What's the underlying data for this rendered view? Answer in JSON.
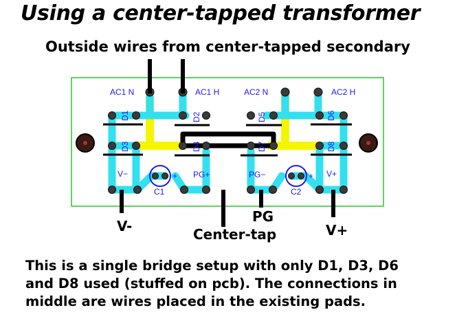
{
  "title": "Using a center-tapped transformer",
  "subtitle": "Outside wires from center-tapped secondary",
  "pcb": {
    "labels": {
      "ac1_n": "AC1  N",
      "ac1_h": "AC1  H",
      "ac2_n": "AC2  N",
      "ac2_h": "AC2  H",
      "d1": "D1",
      "d2": "D2",
      "d3": "D3",
      "d4": "D4",
      "d5": "D5",
      "d6": "D6",
      "d7": "D7",
      "d8": "D8",
      "v_minus": "V−",
      "pg_plus": "PG+",
      "pg_minus": "PG−",
      "v_plus": "V+",
      "c1": "C1",
      "c2": "C2",
      "plus1": "+",
      "plus2": "+"
    },
    "colors": {
      "outline": "#22cc22",
      "trace_cyan": "#33e0f0",
      "trace_yellow": "#f5f500",
      "silk_blue": "#1a1aff",
      "wire_black": "#000000"
    }
  },
  "annotations": {
    "v_minus": "V-",
    "center_tap": "Center-tap",
    "pg": "PG",
    "v_plus": "V+"
  },
  "caption": {
    "line1": "This is a single bridge setup with only D1, D3, D6",
    "line2": "and D8 used (stuffed on pcb).  The connections in",
    "line3": "middle are wires placed in the existing pads."
  }
}
